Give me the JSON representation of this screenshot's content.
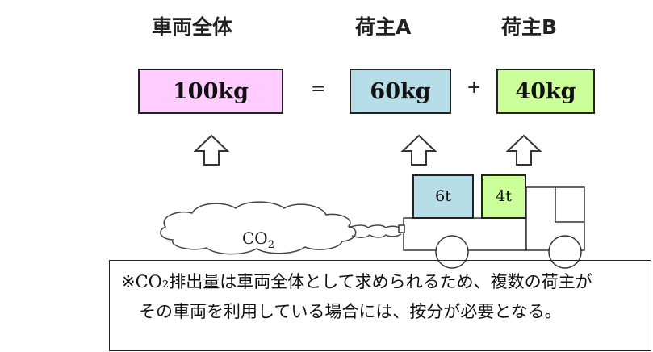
{
  "headers": {
    "vehicle_total": "車両全体",
    "shipper_a": "荷主A",
    "shipper_b": "荷主B"
  },
  "equation": {
    "total": "100kg",
    "equals": "=",
    "part_a": "60kg",
    "plus": "+",
    "part_b": "40kg"
  },
  "cargo": {
    "shipper_a_load": "6t",
    "shipper_b_load": "4t"
  },
  "exhaust": {
    "label_main": "CO",
    "label_sub": "2"
  },
  "note": {
    "line1": "※CO₂排出量は車両全体として求められるため、複数の荷主が",
    "line2": "その車両を利用している場合には、按分が必要となる。"
  },
  "colors": {
    "total_box": "#ffccff",
    "shipper_a": "#b7dde8",
    "shipper_b": "#ccff99"
  }
}
